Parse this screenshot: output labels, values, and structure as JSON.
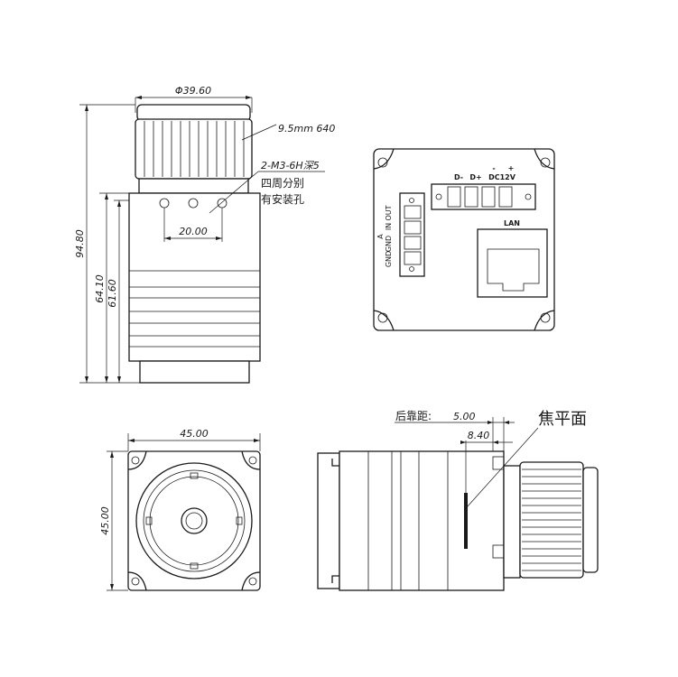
{
  "front_view": {
    "dim_lens_diameter": "Φ39.60",
    "lens_label": "9.5mm 640",
    "hole_label_1": "2-M3-6H深5",
    "hole_label_2": "四周分别",
    "hole_label_3": "有安装孔",
    "dim_hole_spacing": "20.00",
    "dim_total_height": "94.80",
    "dim_height_a": "64.10",
    "dim_height_b": "61.60"
  },
  "back_view": {
    "port_d_minus": "D-",
    "port_d_plus": "D+",
    "port_minus": "-",
    "port_plus": "+",
    "port_dc": "DC12V",
    "lan_label": "LAN",
    "io_labels": [
      "OUT",
      "IN",
      "GND",
      "GND",
      "A"
    ]
  },
  "bottom_view": {
    "dim_width": "45.00",
    "dim_height": "45.00"
  },
  "side_view": {
    "back_focus_label": "后靠距:",
    "back_focus_value": "5.00",
    "dim_flange": "8.40",
    "focal_plane_label": "焦平面"
  }
}
